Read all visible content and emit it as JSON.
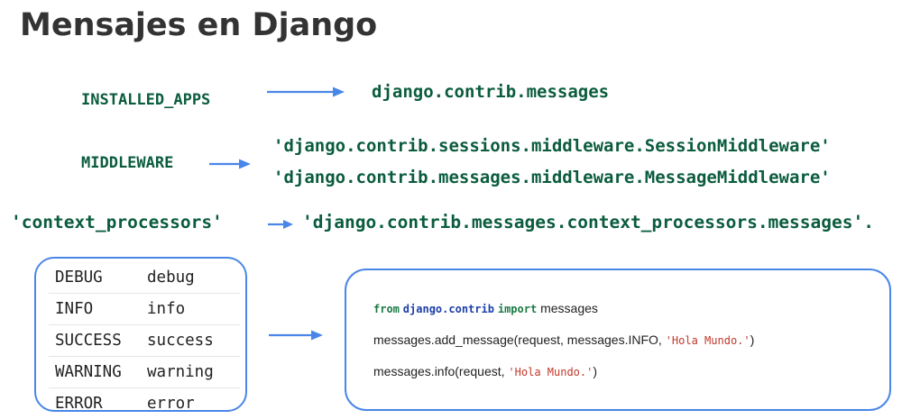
{
  "title": "Mensajes en Django",
  "installed_apps": {
    "label": "INSTALLED_APPS",
    "value": "django.contrib.messages"
  },
  "middleware": {
    "label": "MIDDLEWARE",
    "values": [
      "'django.contrib.sessions.middleware.SessionMiddleware'",
      "'django.contrib.messages.middleware.MessageMiddleware'"
    ]
  },
  "context_processors": {
    "label": "'context_processors'",
    "value": "'django.contrib.messages.context_processors.messages'."
  },
  "levels": [
    {
      "key": "DEBUG",
      "value": "debug"
    },
    {
      "key": "INFO",
      "value": "info"
    },
    {
      "key": "SUCCESS",
      "value": "success"
    },
    {
      "key": "WARNING",
      "value": "warning"
    },
    {
      "key": "ERROR",
      "value": "error"
    }
  ],
  "code": {
    "line1": {
      "kw_from": "from",
      "module": "django.contrib",
      "kw_import": "import",
      "name": "messages"
    },
    "line2": {
      "call": "messages.add_message(request,  messages.INFO,",
      "string": "'Hola Mundo.'",
      "close": ")"
    },
    "line3": {
      "call": "messages.info(request,",
      "string": "'Hola Mundo.'",
      "close": ")"
    }
  },
  "colors": {
    "arrow": "#4a86e8",
    "config_text": "#0b5c3e",
    "box_border": "#4a86e8",
    "keyword": "#1b7a45",
    "module": "#1c3fa8",
    "string": "#c0392b"
  },
  "icons": [
    "arrow-right-icon"
  ]
}
